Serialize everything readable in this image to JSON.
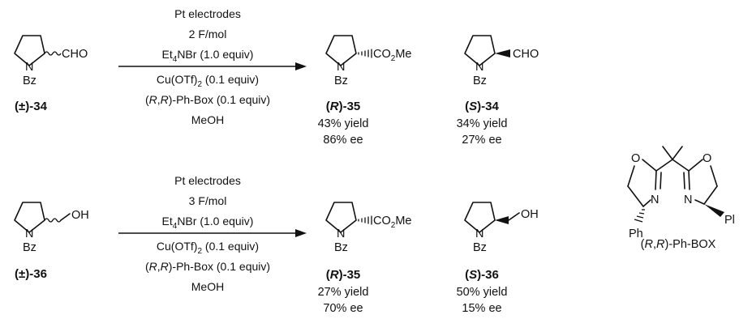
{
  "reactions": [
    {
      "substrate": {
        "label": "(±)-34",
        "group": "CHO",
        "ring_n": "N",
        "ring_bz": "Bz"
      },
      "conditions": {
        "above": [
          "Pt electrodes",
          "2 F/mol",
          "Et4NBr (1.0 equiv)"
        ],
        "below": [
          "Cu(OTf)2 (0.1 equiv)",
          "(R,R)-Ph-Box (0.1 equiv)",
          "MeOH"
        ]
      },
      "products": [
        {
          "label": "(R)-35",
          "group": "CO2Me",
          "ring_n": "N",
          "ring_bz": "Bz",
          "yield": "43% yield",
          "ee": "86% ee"
        },
        {
          "label": "(S)-34",
          "group": "CHO",
          "ring_n": "N",
          "ring_bz": "Bz",
          "yield": "34% yield",
          "ee": "27% ee"
        }
      ]
    },
    {
      "substrate": {
        "label": "(±)-36",
        "group": "OH",
        "ring_n": "N",
        "ring_bz": "Bz"
      },
      "conditions": {
        "above": [
          "Pt electrodes",
          "3 F/mol",
          "Et4NBr (1.0 equiv)"
        ],
        "below": [
          "Cu(OTf)2 (0.1 equiv)",
          "(R,R)-Ph-Box (0.1 equiv)",
          "MeOH"
        ]
      },
      "products": [
        {
          "label": "(R)-35",
          "group": "CO2Me",
          "ring_n": "N",
          "ring_bz": "Bz",
          "yield": "27% yield",
          "ee": "70% ee"
        },
        {
          "label": "(S)-36",
          "group": "OH",
          "ring_n": "N",
          "ring_bz": "Bz",
          "yield": "50% yield",
          "ee": "15% ee"
        }
      ]
    }
  ],
  "ligand": {
    "name": "(R,R)-Ph-BOX",
    "atoms": {
      "o_left": "O",
      "o_right": "O",
      "n_left": "N",
      "n_right": "N",
      "ph_left": "Ph",
      "ph_right": "Pl"
    }
  }
}
